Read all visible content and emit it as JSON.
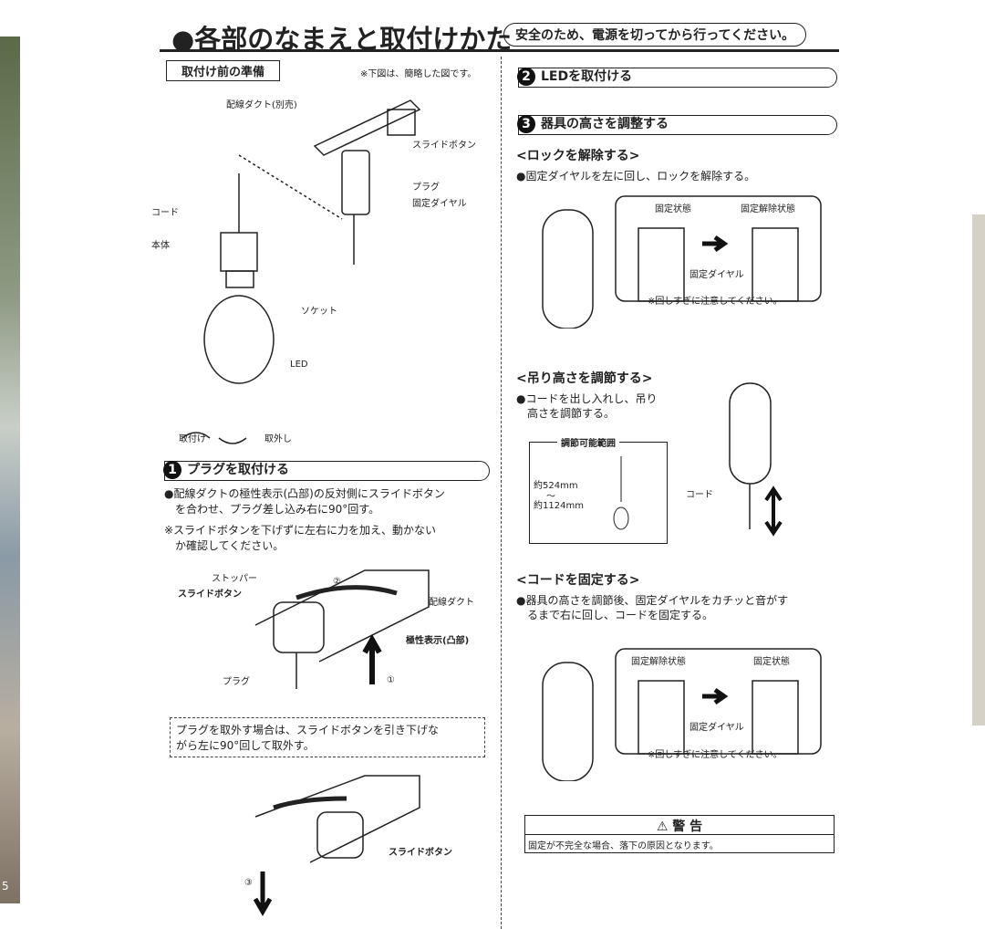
{
  "title": "●各部のなまえと取付けかた",
  "safety_note": "安全のため、電源を切ってから行ってください。",
  "prep": {
    "heading": "取付け前の準備",
    "note": "※下図は、簡略した図です。",
    "labels": {
      "duct": "配線ダクト(別売)",
      "slide": "スライドボタン",
      "plug": "プラグ",
      "dial": "固定ダイヤル",
      "cord": "コード",
      "body": "本体",
      "socket": "ソケット",
      "led": "LED",
      "attach": "取付け",
      "remove": "取外し"
    }
  },
  "step1": {
    "num": "1",
    "heading": "プラグを取付ける",
    "text1": "●配線ダクトの極性表示(凸部)の反対側にスライドボタン",
    "text2": "　を合わせ、プラグ差し込み右に90°回す。",
    "note1": "※スライドボタンを下げずに左右に力を加え、動かない",
    "note2": "　か確認してください。",
    "labels": {
      "stopper": "ストッパー",
      "slide": "スライドボタン",
      "duct": "配線ダクト",
      "polarity": "極性表示(凸部)",
      "plug": "プラグ",
      "c1": "①",
      "c2": "②",
      "c3": "③"
    },
    "remove1": "プラグを取外す場合は、スライドボタンを引き下げな",
    "remove2": "がら左に90°回して取外す。"
  },
  "step2": {
    "num": "2",
    "heading": "LEDを取付ける"
  },
  "step3": {
    "num": "3",
    "heading": "器具の高さを調整する",
    "unlock": {
      "heading": "<ロックを解除する>",
      "text": "●固定ダイヤルを左に回し、ロックを解除する。",
      "from": "固定状態",
      "to": "固定解除状態",
      "dial": "固定ダイヤル",
      "note": "※回しすぎに注意してください。"
    },
    "height": {
      "heading": "<吊り高さを調節する>",
      "text1": "●コードを出し入れし、吊り",
      "text2": "　高さを調節する。",
      "range": "調節可能範囲",
      "min": "約524mm",
      "tilde": "～",
      "max": "約1124mm",
      "cord": "コード"
    },
    "fix": {
      "heading": "<コードを固定する>",
      "text1": "●器具の高さを調節後、固定ダイヤルをカチッと音がす",
      "text2": "　るまで右に回し、コードを固定する。",
      "from": "固定解除状態",
      "to": "固定状態",
      "dial": "固定ダイヤル",
      "note": "※回しすぎに注意してください。"
    }
  },
  "warning": {
    "heading": "⚠ 警 告",
    "text": "固定が不完全な場合、落下の原因となります。"
  },
  "page_fragment": "5"
}
